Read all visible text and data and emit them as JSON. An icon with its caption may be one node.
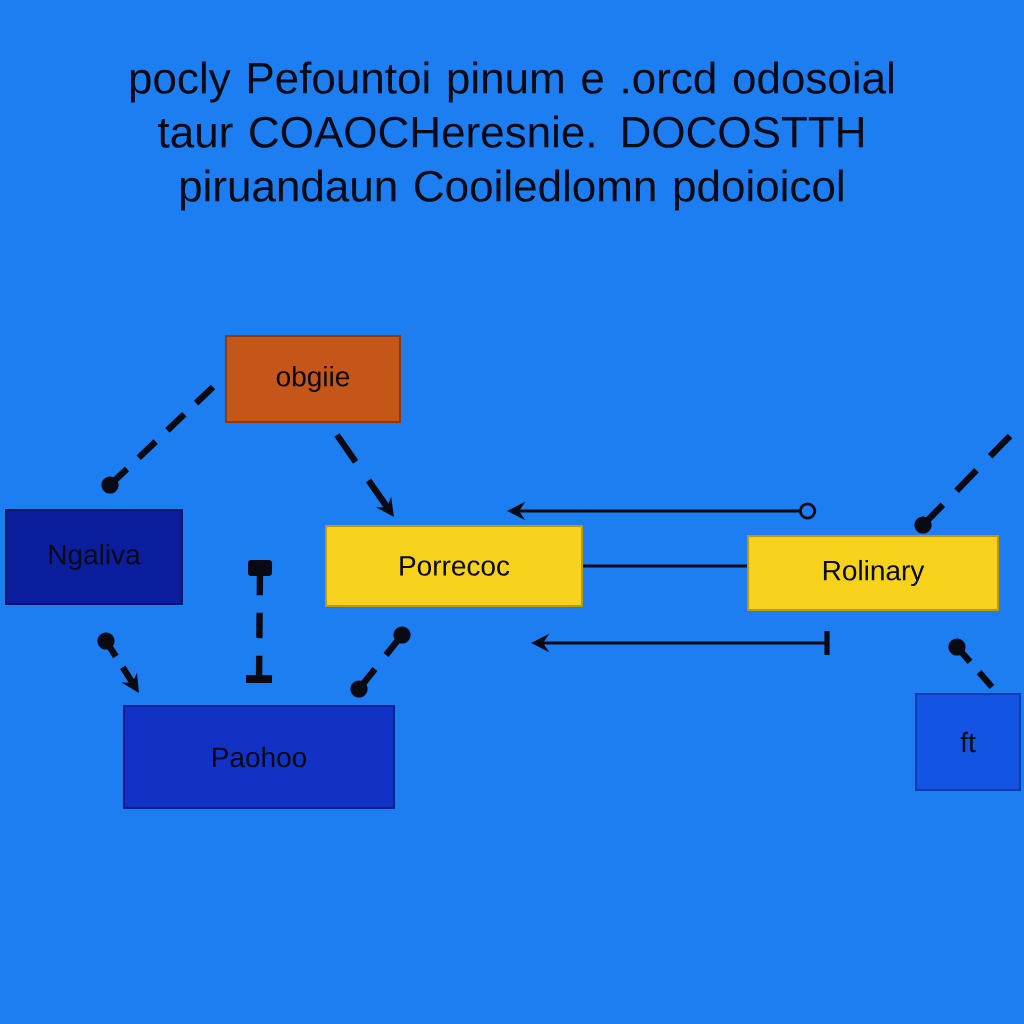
{
  "diagram": {
    "title": "pocly Pefountoi pinum e .orcd odosoial taur COAOCHeresnie. DOCOSTTH piruandaun Cooiledlomn pdoioicol",
    "nodes": [
      {
        "text": [
          "obgiie"
        ]
      },
      {
        "text": [
          "Ngaliva"
        ]
      },
      {
        "text": [
          "Porrecoc"
        ]
      },
      {
        "text": [
          "Rolinary"
        ]
      },
      {
        "text": [
          "Paohoo"
        ]
      },
      {
        "text": [
          "ft"
        ]
      }
    ],
    "edges": [
      {
        "from": 1,
        "to": 0,
        "arrow": "other",
        "style": "dashed"
      },
      {
        "from": 0,
        "to": 2,
        "arrow": "to",
        "style": "dashed"
      },
      {
        "from": 1,
        "to": 4,
        "arrow": "to",
        "style": "dashed"
      },
      {
        "from": null,
        "to": 4,
        "arrow": "other",
        "style": "dashed"
      },
      {
        "from": 4,
        "to": 2,
        "arrow": "other",
        "style": "dashed"
      },
      {
        "from": 3,
        "to": 2,
        "arrow": "to"
      },
      {
        "from": 2,
        "to": 3,
        "arrow": "none"
      },
      {
        "from": 3,
        "to": 2,
        "arrow": "to"
      },
      {
        "from": null,
        "to": 3,
        "arrow": "other",
        "style": "dashed"
      },
      {
        "from": 3,
        "to": 5,
        "arrow": "other",
        "style": "dashed"
      }
    ]
  }
}
